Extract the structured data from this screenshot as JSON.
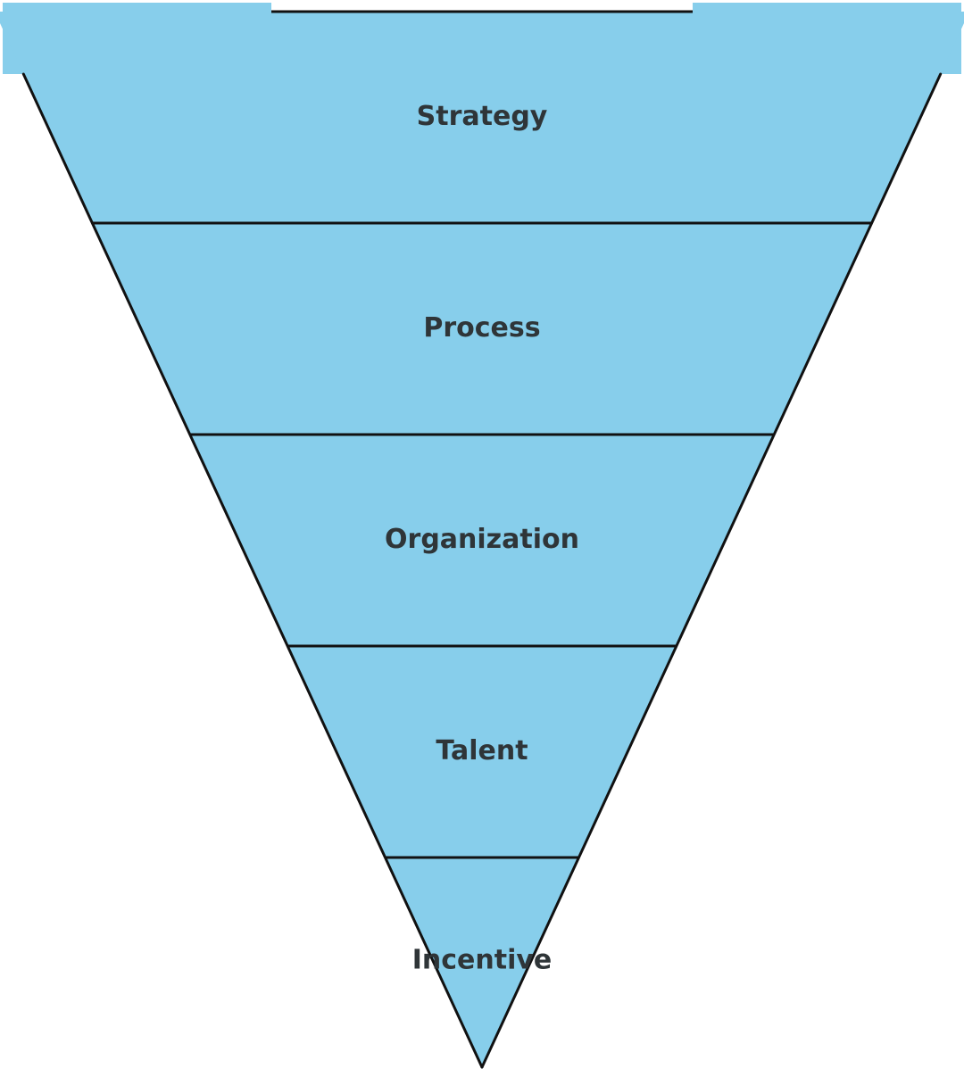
{
  "funnel": {
    "fill_color": "#87CEEB",
    "stroke_color": "#111111",
    "label_color": "#2f3538",
    "levels": [
      {
        "label": "Strategy"
      },
      {
        "label": "Process"
      },
      {
        "label": "Organization"
      },
      {
        "label": "Talent"
      },
      {
        "label": "Incentive"
      }
    ]
  }
}
